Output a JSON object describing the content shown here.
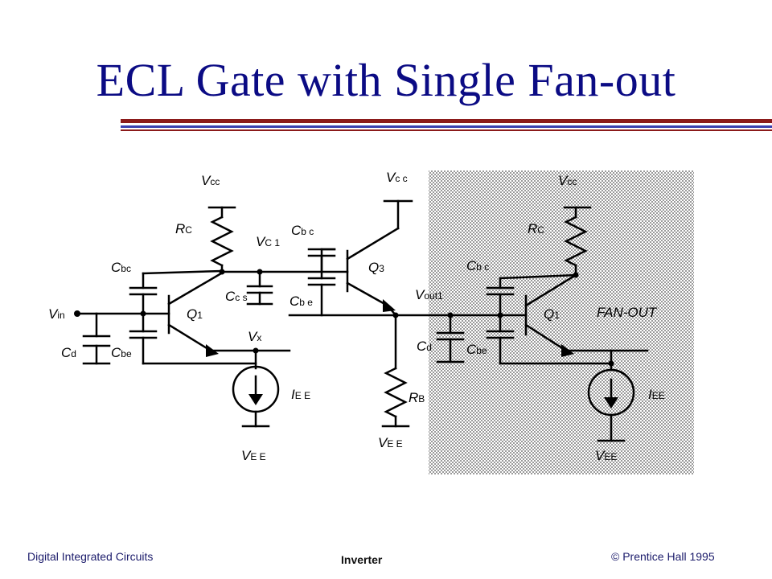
{
  "slide": {
    "title": "ECL Gate with Single Fan-out"
  },
  "footer": {
    "left": "Digital Integrated Circuits",
    "center": "Inverter",
    "right": "© Prentice Hall 1995"
  },
  "labels": {
    "vcc1": [
      "V",
      "cc"
    ],
    "vcc2": [
      "V",
      "c c"
    ],
    "vcc3": [
      "V",
      "cc"
    ],
    "rc1": [
      "R",
      "C"
    ],
    "rc2": [
      "R",
      "C"
    ],
    "vc1": [
      "V",
      "C 1"
    ],
    "cbc1": [
      "C",
      "bc"
    ],
    "cbc2": [
      "C",
      "b c"
    ],
    "cbc3": [
      "C",
      "b c"
    ],
    "ccs": [
      "C",
      "c s"
    ],
    "cbe1": [
      "C",
      "be"
    ],
    "cbe2": [
      "C",
      "b e"
    ],
    "cbe3": [
      "C",
      "be"
    ],
    "cd1": [
      "C",
      "d"
    ],
    "cd2": [
      "C",
      "d"
    ],
    "vin": [
      "V",
      "in"
    ],
    "q1": [
      "Q",
      "1"
    ],
    "q3": [
      "Q",
      "3"
    ],
    "q1b": [
      "Q",
      "1"
    ],
    "vx": [
      "V",
      "x"
    ],
    "iee1": [
      "I",
      "E E"
    ],
    "iee2": [
      "I",
      "EE"
    ],
    "vee1": [
      "V",
      "E E"
    ],
    "vee2": [
      "V",
      "E E"
    ],
    "vee3": [
      "V",
      "EE"
    ],
    "vout": [
      "V",
      "out1"
    ],
    "rb": [
      "R",
      "B"
    ],
    "fanout": "FAN-OUT"
  }
}
